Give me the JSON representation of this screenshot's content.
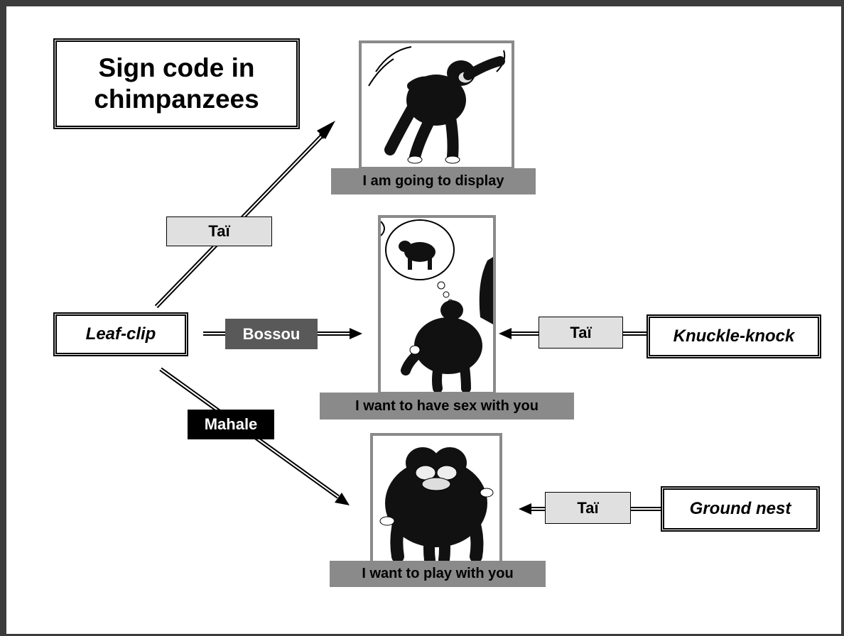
{
  "title": "Sign code in chimpanzees",
  "signals": {
    "leaf_clip": "Leaf-clip",
    "knuckle_knock": "Knuckle-knock",
    "ground_nest": "Ground nest"
  },
  "sites": {
    "tai_top": "Taï",
    "bossou": "Bossou",
    "mahale": "Mahale",
    "tai_knuckle": "Taï",
    "tai_nest": "Taï"
  },
  "meanings": {
    "display": "I am going to display",
    "sex": "I want to have sex with you",
    "play": "I want to play with you"
  },
  "illustrations": {
    "display": "chimpanzee-display-drawing",
    "sex": "chimpanzee-courtship-drawing",
    "play": "chimpanzees-hugging-drawing"
  },
  "colors": {
    "frame": "#3c3c3c",
    "picture_border": "#8a8a8a",
    "caption_bg": "#8a8a8a",
    "tai_tag": "#e0e0e0",
    "bossou_tag": "#595959",
    "mahale_tag": "#000000"
  }
}
